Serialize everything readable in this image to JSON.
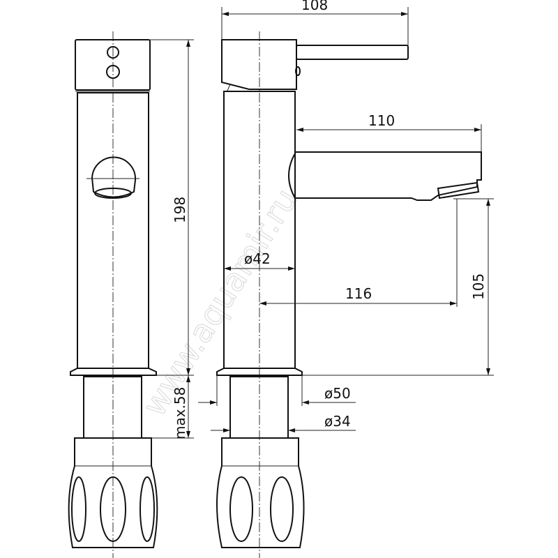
{
  "watermark": "www.aquamir.ru",
  "dimensions": {
    "width_lever": "108",
    "spout_reach": "110",
    "body_diameter": "ø42",
    "spout_center": "116",
    "spout_height": "105",
    "total_height": "198",
    "shank_length": "max.58",
    "flange_diameter": "ø50",
    "shank_diameter": "ø34"
  },
  "colors": {
    "line": "#111111",
    "watermark": "#dddddd"
  }
}
